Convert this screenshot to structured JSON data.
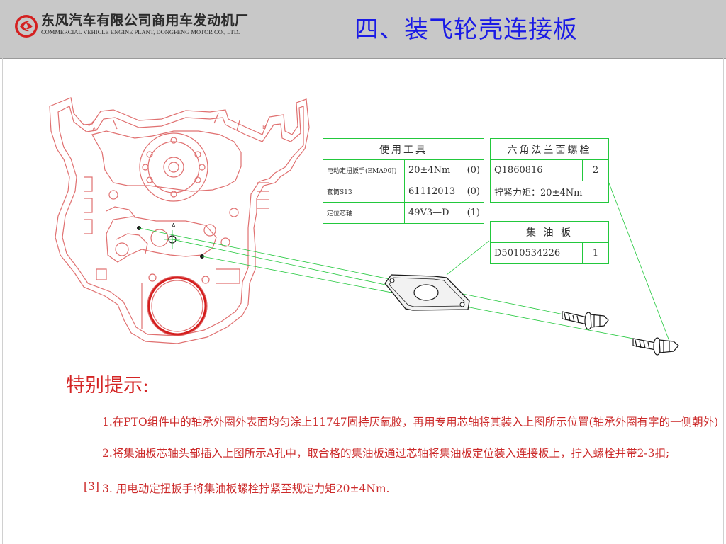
{
  "header": {
    "company_cn": "东风汽车有限公司商用车发动机厂",
    "company_en": "COMMERCIAL VEHICLE ENGINE PLANT, DONGFENG MOTOR CO., LTD.",
    "title": "四、装飞轮壳连接板"
  },
  "colors": {
    "title": "#1a1ae6",
    "drawing": "#e07070",
    "table_border": "#22c83c",
    "notes": "#cc2a2a",
    "header_bg": "#c8c8c8"
  },
  "drawing": {
    "label_a1": "A",
    "label_b": "B",
    "label_a2": "A"
  },
  "tools_table": {
    "header": "使用工具",
    "rows": [
      {
        "name": "电动定扭扳手(EMA90J)",
        "value": "20±4Nm",
        "code": "(0)"
      },
      {
        "name": "套筒S13",
        "value": "61112013",
        "code": "(0)"
      },
      {
        "name": "定位芯轴",
        "value": "49V3—D",
        "code": "(1)"
      }
    ]
  },
  "bolt_table": {
    "header": "六角法兰面螺栓",
    "part_no": "Q1860816",
    "qty": "2",
    "torque": "拧紧力矩：20±4Nm"
  },
  "plate_table": {
    "header": "集 油 板",
    "part_no": "D5010534226",
    "qty": "1"
  },
  "notes": {
    "title": "特别提示:",
    "items": [
      {
        "prefix": "",
        "text": "1.在PTO组件中的轴承外圈外表面均匀涂上11747固持厌氧胶，再用专用芯轴将其装入上图所示位置(轴承外圈有字的一侧朝外)"
      },
      {
        "prefix": "",
        "text": "2.将集油板芯轴头部插入上图所示A孔中，取合格的集油板通过芯轴将集油板定位装入连接板上，拧入螺栓并带2-3扣;"
      },
      {
        "prefix": "[3]",
        "text": "3. 用电动定扭扳手将集油板螺栓拧紧至规定力矩20±4Nm."
      }
    ]
  }
}
